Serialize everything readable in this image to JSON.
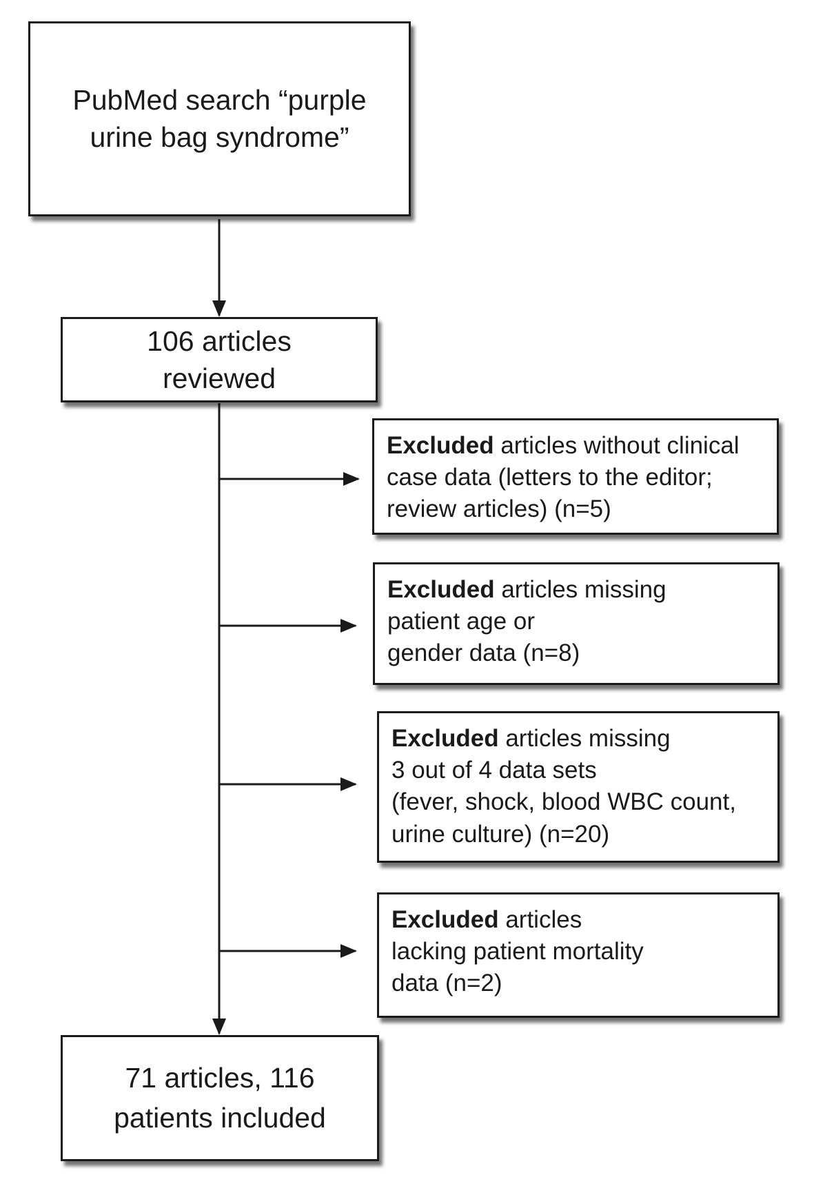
{
  "flowchart": {
    "search_box": {
      "text": "PubMed search “purple urine bag syndrome”"
    },
    "reviewed_box": {
      "text": "106 articles reviewed"
    },
    "exclusions": [
      {
        "bold": "Excluded",
        "rest_line1": " articles without clinical",
        "rest_more": [
          "case data (letters to the editor;",
          "review articles) (n=5)"
        ]
      },
      {
        "bold": "Excluded",
        "rest_line1": " articles missing",
        "rest_more": [
          "patient age or",
          "gender data (n=8)"
        ]
      },
      {
        "bold": "Excluded",
        "rest_line1": " articles missing",
        "rest_more": [
          "3 out of 4 data sets",
          "(fever, shock, blood WBC count,",
          "urine culture) (n=20)"
        ]
      },
      {
        "bold": "Excluded",
        "rest_line1": " articles",
        "rest_more": [
          "lacking patient mortality",
          "data (n=2)"
        ]
      }
    ],
    "included_box": {
      "text": "71 articles, 116 patients included"
    }
  }
}
